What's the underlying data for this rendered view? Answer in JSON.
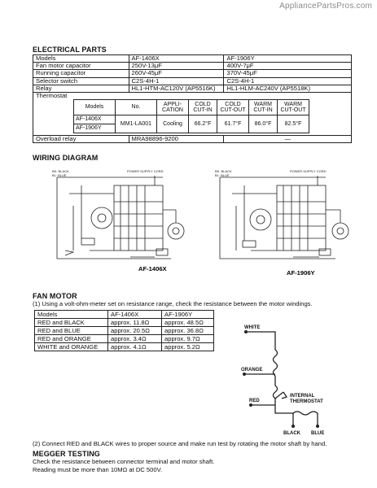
{
  "watermark": "AppliancePartsPros.com",
  "electrical_parts": {
    "title": "ELECTRICAL PARTS",
    "rows": [
      {
        "label": "Models",
        "af1406x": "AF-1406X",
        "af1906y": "AF-1906Y"
      },
      {
        "label": "Fan motor capacitor",
        "af1406x": "250V-13μF",
        "af1906y": "400V-7μF"
      },
      {
        "label": "Running capacitor",
        "af1406x": "260V-45μF",
        "af1906y": "370V-45μF"
      },
      {
        "label": "Selector switch",
        "af1406x": "C2S-4H-1",
        "af1906y": "C2S-4H-1"
      },
      {
        "label": "Relay",
        "af1406x": "HL1-HTM-AC120V (AP5516K)",
        "af1906y": "HL1-HLM-AC240V (AP5518K)"
      }
    ],
    "thermostat": {
      "label": "Thermostat",
      "headers": [
        "Models",
        "No.",
        "APPLI-\nCATION",
        "COLD\nCUT-IN",
        "COLD\nCUT-OUT",
        "WARM\nCUT-IN",
        "WARM\nCUT-OUT"
      ],
      "models": [
        "AF-1406X",
        "AF-1906Y"
      ],
      "no": "MM1-LA001",
      "application": "Cooling",
      "cold_cut_in": "66.2°F",
      "cold_cut_out": "61.7°F",
      "warm_cut_in": "86.0°F",
      "warm_cut_out": "82.5°F"
    },
    "overload_relay": {
      "label": "Overload relay",
      "value": "MRA98896-9200",
      "value2": "—"
    }
  },
  "wiring_diagram": {
    "title": "WIRING DIAGRAM",
    "left_caption": "AF-1406X",
    "right_caption": "AF-1906Y"
  },
  "fan_motor": {
    "title": "FAN MOTOR",
    "step1": "(1) Using a volt-ohm-meter set on resistance range, check the resistance between the motor windings.",
    "table": {
      "headers": [
        "Models",
        "AF-1406X",
        "AF-1906Y"
      ],
      "rows": [
        [
          "RED and BLACK",
          "approx. 11.8Ω",
          "approx. 48.5Ω"
        ],
        [
          "RED and BLUE",
          "approx. 20.5Ω",
          "approx. 36.8Ω"
        ],
        [
          "RED and ORANGE",
          "approx. 3.4Ω",
          "approx. 9.7Ω"
        ],
        [
          "WHITE and ORANGE",
          "approx. 4.1Ω",
          "approx. 5.2Ω"
        ]
      ]
    },
    "diagram_labels": {
      "white": "WHITE",
      "orange": "ORANGE",
      "internal": "INTERNAL",
      "thermostat": "THERMOSTAT",
      "red": "RED",
      "black": "BLACK",
      "blue": "BLUE"
    },
    "step2": "(2) Connect RED and BLACK wires to proper source and make run test by rotating the motor shaft by hand."
  },
  "megger": {
    "title": "MEGGER TESTING",
    "line1": "Check the resistance between connector terminal and motor shaft.",
    "line2": "Reading must be more than 10MΩ at DC 500V."
  }
}
